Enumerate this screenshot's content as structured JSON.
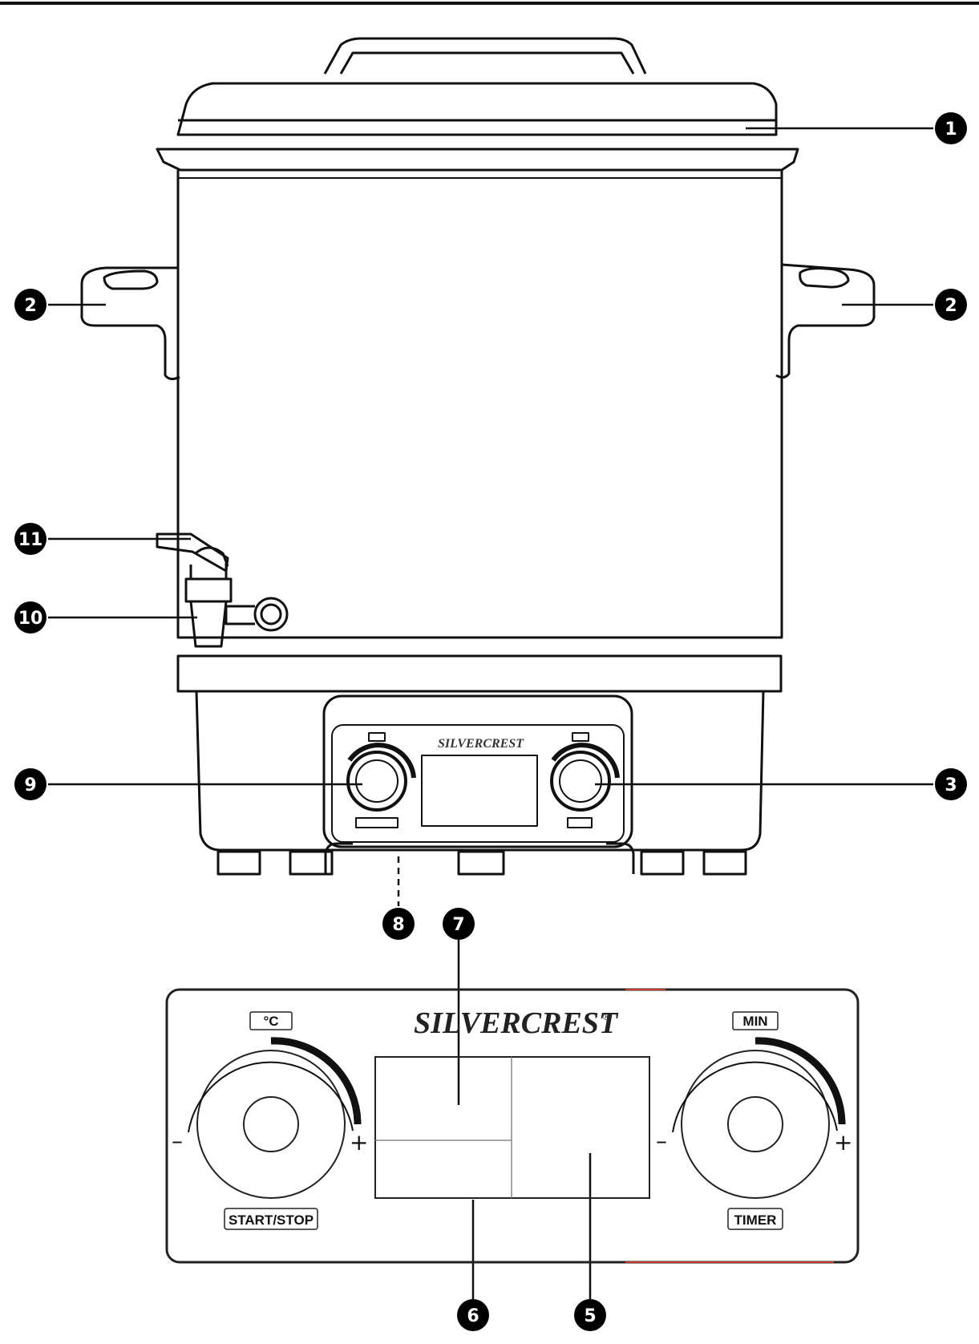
{
  "appliance": {
    "brand": "SILVERCREST",
    "brand_mark": "®"
  },
  "callouts": {
    "c1": "1",
    "c2_left": "2",
    "c2_right": "2",
    "c3": "3",
    "c5": "5",
    "c6": "6",
    "c7": "7",
    "c8": "8",
    "c9": "9",
    "c10": "10",
    "c11": "11"
  },
  "panel": {
    "left_top_label": "°C",
    "right_top_label": "MIN",
    "left_button_label": "START/STOP",
    "right_button_label": "TIMER",
    "minus_left": "–",
    "plus_left": "+",
    "minus_right": "–",
    "plus_right": "+"
  },
  "colors": {
    "line": "#111111",
    "callout_fill": "#000000",
    "panel_border": "#222222",
    "accent_dash": "#c0392b"
  }
}
